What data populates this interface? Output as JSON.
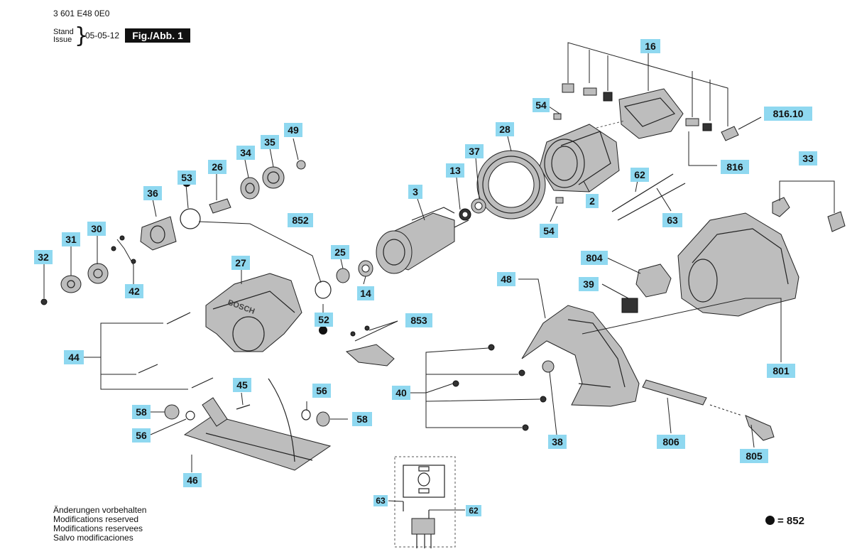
{
  "doc_number": "3 601 E48 0E0",
  "stand_label": "Stand",
  "issue_label": "Issue",
  "date": "05-05-12",
  "figure_label": "Fig./Abb. 1",
  "notes": [
    "Änderungen vorbehalten",
    "Modifications reserved",
    "Modifications reservees",
    "Salvo modificaciones"
  ],
  "legend_value": "= 852",
  "callouts": [
    "16",
    "816.10",
    "54",
    "28",
    "816",
    "37",
    "13",
    "3",
    "2",
    "62",
    "33",
    "54",
    "63",
    "49",
    "35",
    "34",
    "26",
    "53",
    "36",
    "852",
    "30",
    "31",
    "32",
    "42",
    "25",
    "14",
    "804",
    "27",
    "39",
    "48",
    "52",
    "853",
    "44",
    "40",
    "38",
    "801",
    "45",
    "56",
    "58",
    "58",
    "56",
    "806",
    "46",
    "805",
    "63",
    "62"
  ]
}
